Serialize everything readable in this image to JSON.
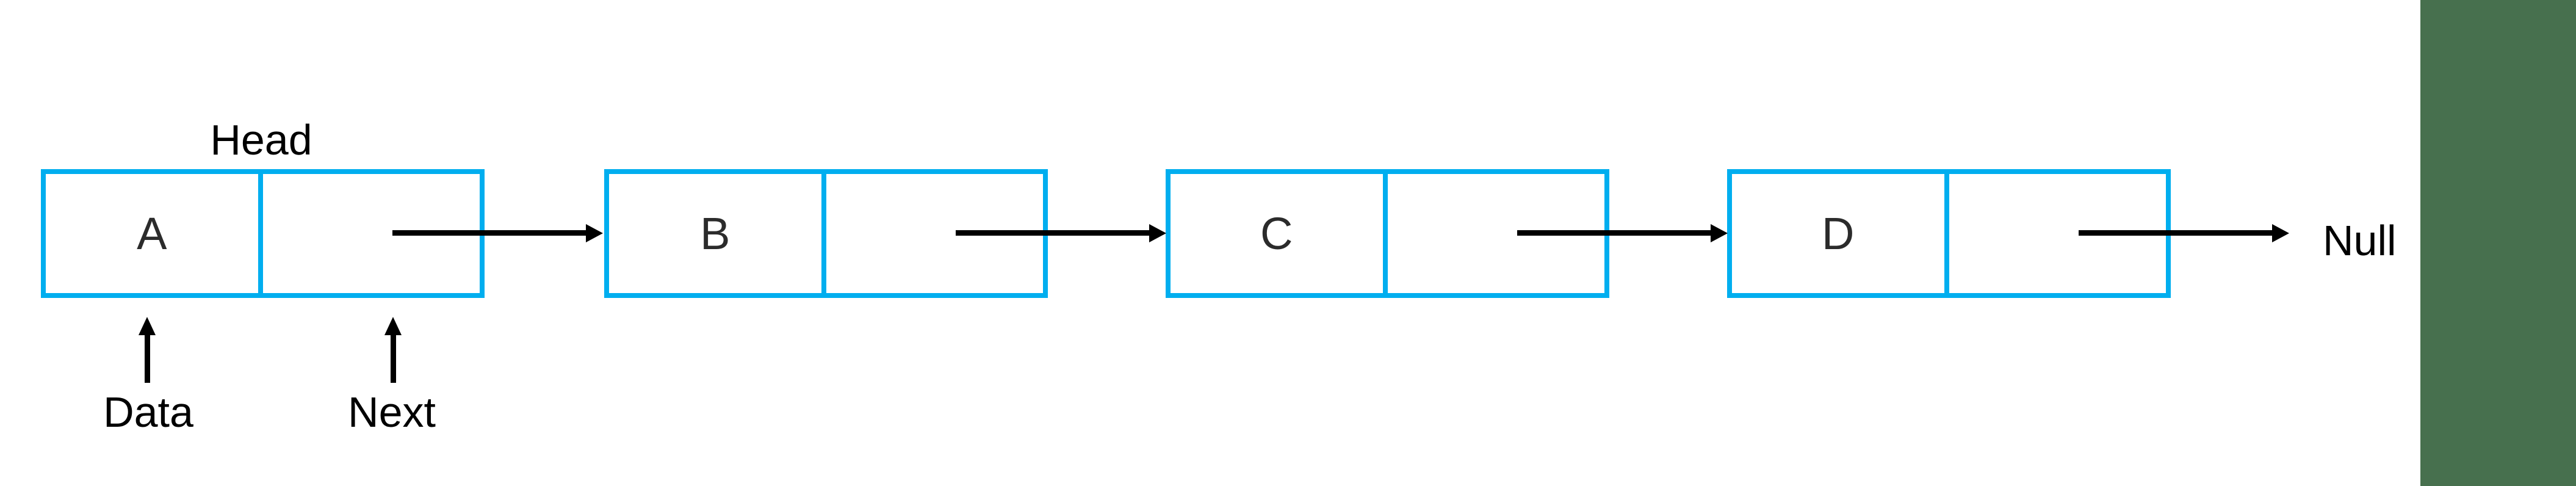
{
  "diagram": {
    "type": "singly-linked-list",
    "head_label": "Head",
    "data_label": "Data",
    "next_label": "Next",
    "null_label": "Null",
    "nodes": [
      {
        "value": "A",
        "points_to": "B"
      },
      {
        "value": "B",
        "points_to": "C"
      },
      {
        "value": "C",
        "points_to": "D"
      },
      {
        "value": "D",
        "points_to": "Null"
      }
    ]
  },
  "colors": {
    "background": "#ffffff",
    "node_border": "#00AEEF",
    "node_text": "#2b2b2b",
    "label_text": "#000000",
    "arrow": "#000000",
    "sidebar": "#47704E"
  }
}
